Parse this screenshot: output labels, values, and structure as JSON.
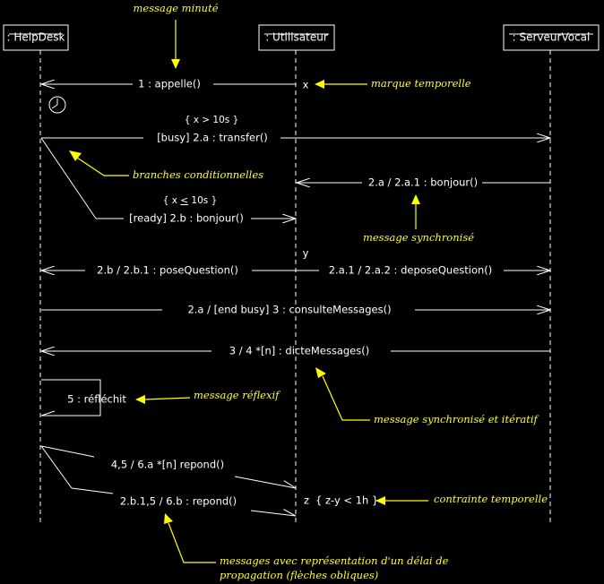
{
  "lifelines": {
    "helpdesk": ": HelpDesk",
    "utilisateur": ": Utilisateur",
    "serveur": ": ServeurVocal"
  },
  "messages": {
    "m1": "1 : appelle()",
    "m2a": "[busy] 2.a : transfer()",
    "m2a1": "2.a / 2.a.1 : bonjour()",
    "m2b": "[ready] 2.b : bonjour()",
    "m2b1": "2.b / 2.b.1 : poseQuestion()",
    "m2a2": "2.a.1 / 2.a.2 : deposeQuestion()",
    "m3": "2.a / [end busy] 3 : consulteMessages()",
    "m4": "3 / 4 *[n] : dicteMessages()",
    "m5": "5 : réfléchit",
    "m6a": "4,5 / 6.a *[n] repond()",
    "m6b": "2.b.1,5 / 6.b : repond()"
  },
  "guards": {
    "g1": "{ x > 10s }",
    "g2_prefix": "{ x ",
    "g2_op": "<",
    "g2_suffix": " 10s }"
  },
  "marks": {
    "x": "x",
    "y": "y",
    "z": "z",
    "constraint": "{ z-y < 1h }"
  },
  "notes": {
    "timed": "message minuté",
    "timemark": "marque temporelle",
    "branches": "branches conditionnelles",
    "synchro": "message synchronisé",
    "reflexif": "message réflexif",
    "synchro_iter": "message synchronisé et itératif",
    "contrainte": "contrainte temporelle",
    "delay_line1": "messages avec représentation d'un délai de",
    "delay_line2": "propagation (flèches obliques)"
  },
  "colors": {
    "background": "#000000",
    "lines": "#ffffff",
    "annotations": "#ffff00"
  }
}
